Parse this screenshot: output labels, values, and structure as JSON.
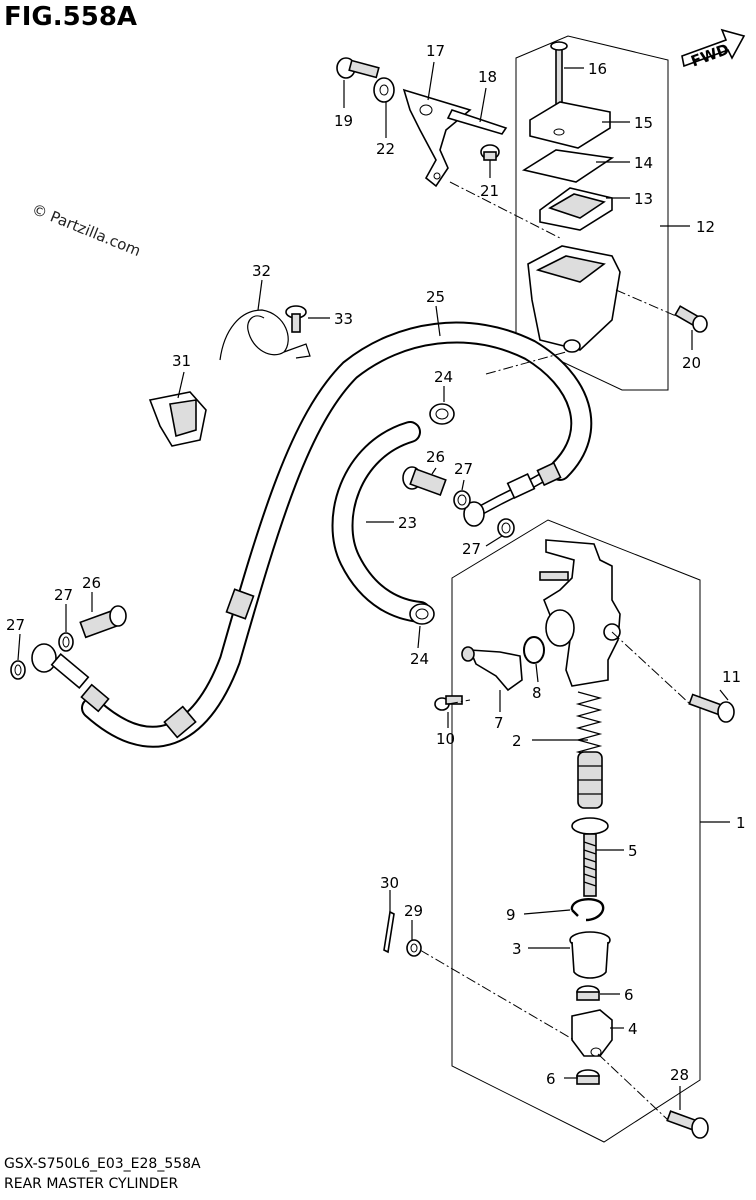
{
  "figure": {
    "title": "FIG.558A",
    "fwd_label": "FWD",
    "watermark": "© Partzilla.com",
    "model_code": "GSX-S750L6_E03_E28_558A",
    "caption": "REAR MASTER CYLINDER"
  },
  "callouts": [
    {
      "id": "label-1",
      "text": "1"
    },
    {
      "id": "label-2",
      "text": "2"
    },
    {
      "id": "label-3",
      "text": "3"
    },
    {
      "id": "label-4",
      "text": "4"
    },
    {
      "id": "label-5",
      "text": "5"
    },
    {
      "id": "label-6a",
      "text": "6"
    },
    {
      "id": "label-6b",
      "text": "6"
    },
    {
      "id": "label-7",
      "text": "7"
    },
    {
      "id": "label-8",
      "text": "8"
    },
    {
      "id": "label-9",
      "text": "9"
    },
    {
      "id": "label-10",
      "text": "10"
    },
    {
      "id": "label-11",
      "text": "11"
    },
    {
      "id": "label-12",
      "text": "12"
    },
    {
      "id": "label-13",
      "text": "13"
    },
    {
      "id": "label-14",
      "text": "14"
    },
    {
      "id": "label-15",
      "text": "15"
    },
    {
      "id": "label-16",
      "text": "16"
    },
    {
      "id": "label-17",
      "text": "17"
    },
    {
      "id": "label-18",
      "text": "18"
    },
    {
      "id": "label-19",
      "text": "19"
    },
    {
      "id": "label-20",
      "text": "20"
    },
    {
      "id": "label-21",
      "text": "21"
    },
    {
      "id": "label-22",
      "text": "22"
    },
    {
      "id": "label-23",
      "text": "23"
    },
    {
      "id": "label-24a",
      "text": "24"
    },
    {
      "id": "label-24b",
      "text": "24"
    },
    {
      "id": "label-25",
      "text": "25"
    },
    {
      "id": "label-26a",
      "text": "26"
    },
    {
      "id": "label-26b",
      "text": "26"
    },
    {
      "id": "label-27a",
      "text": "27"
    },
    {
      "id": "label-27b",
      "text": "27"
    },
    {
      "id": "label-27c",
      "text": "27"
    },
    {
      "id": "label-27d",
      "text": "27"
    },
    {
      "id": "label-28",
      "text": "28"
    },
    {
      "id": "label-29",
      "text": "29"
    },
    {
      "id": "label-30",
      "text": "30"
    },
    {
      "id": "label-31",
      "text": "31"
    },
    {
      "id": "label-32",
      "text": "32"
    },
    {
      "id": "label-33",
      "text": "33"
    }
  ]
}
